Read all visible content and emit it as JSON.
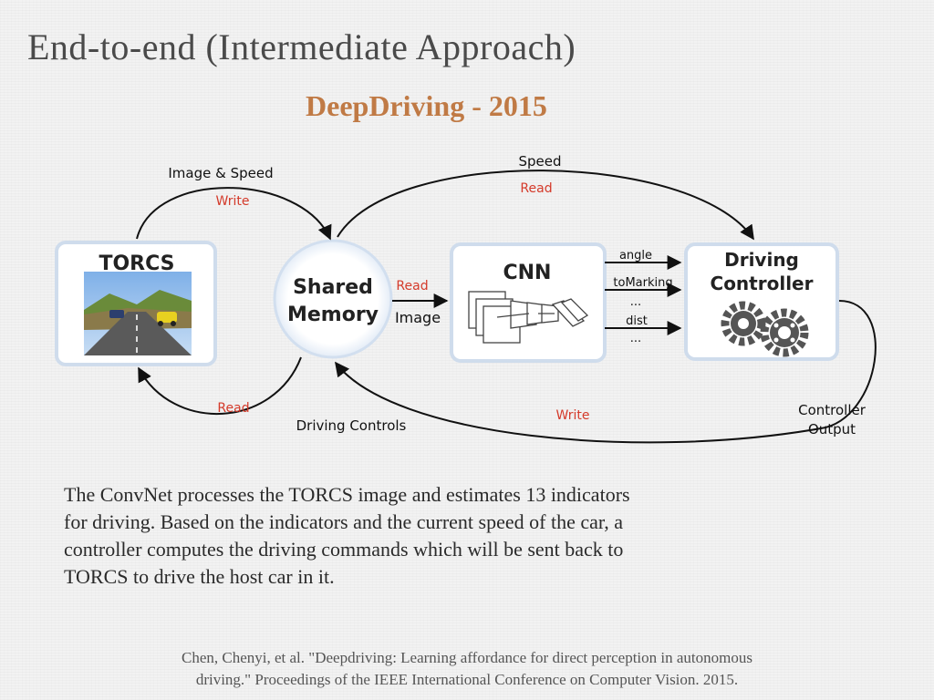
{
  "slide": {
    "title": "End-to-end (Intermediate Approach)",
    "subtitle": "DeepDriving - 2015"
  },
  "diagram": {
    "nodes": {
      "torcs": "TORCS",
      "shared_memory_line1": "Shared",
      "shared_memory_line2": "Memory",
      "cnn": "CNN",
      "controller_line1": "Driving",
      "controller_line2": "Controller"
    },
    "edges": {
      "image_speed": "Image & Speed",
      "write_top": "Write",
      "speed": "Speed",
      "read_top": "Read",
      "read_mid": "Read",
      "image": "Image",
      "angle": "angle",
      "to_marking": "toMarking",
      "dots1": "...",
      "dist": "dist",
      "dots2": "...",
      "read_bottom": "Read",
      "driving_controls": "Driving Controls",
      "write_bottom": "Write",
      "controller_output_line1": "Controller",
      "controller_output_line2": "Output"
    },
    "colors": {
      "red_label": "#d43a2a",
      "arrow": "#111111"
    }
  },
  "description": [
    "The ConvNet processes the TORCS image and estimates 13 indicators",
    "for driving. Based on the indicators and the current speed of the car, a",
    "controller computes the driving commands which will be sent back to",
    "TORCS to drive the host car in it."
  ],
  "citation": [
    "Chen, Chenyi, et al. \"Deepdriving: Learning affordance for direct perception in autonomous",
    "driving.\" Proceedings of the IEEE International Conference on Computer Vision. 2015."
  ]
}
